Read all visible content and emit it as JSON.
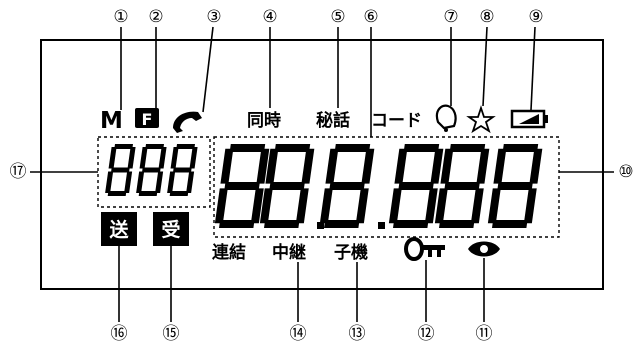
{
  "labels": {
    "memory": "M",
    "f_key": "F",
    "simultaneous": "同時",
    "secret": "秘話",
    "code": "コード",
    "send": "送",
    "receive": "受",
    "link": "連結",
    "relay": "中継",
    "handset": "子機"
  },
  "callouts": [
    "①",
    "②",
    "③",
    "④",
    "⑤",
    "⑥",
    "⑦",
    "⑧",
    "⑨",
    "⑩",
    "⑪",
    "⑫",
    "⑬",
    "⑭",
    "⑮",
    "⑯",
    "⑰"
  ],
  "segments": {
    "small_digits": "888",
    "large_digits": [
      "8",
      "8",
      "8",
      "8",
      "8",
      "8"
    ]
  },
  "icons": [
    "handset-icon",
    "bell-icon",
    "star-icon",
    "battery-icon",
    "key-icon",
    "eye-icon"
  ]
}
